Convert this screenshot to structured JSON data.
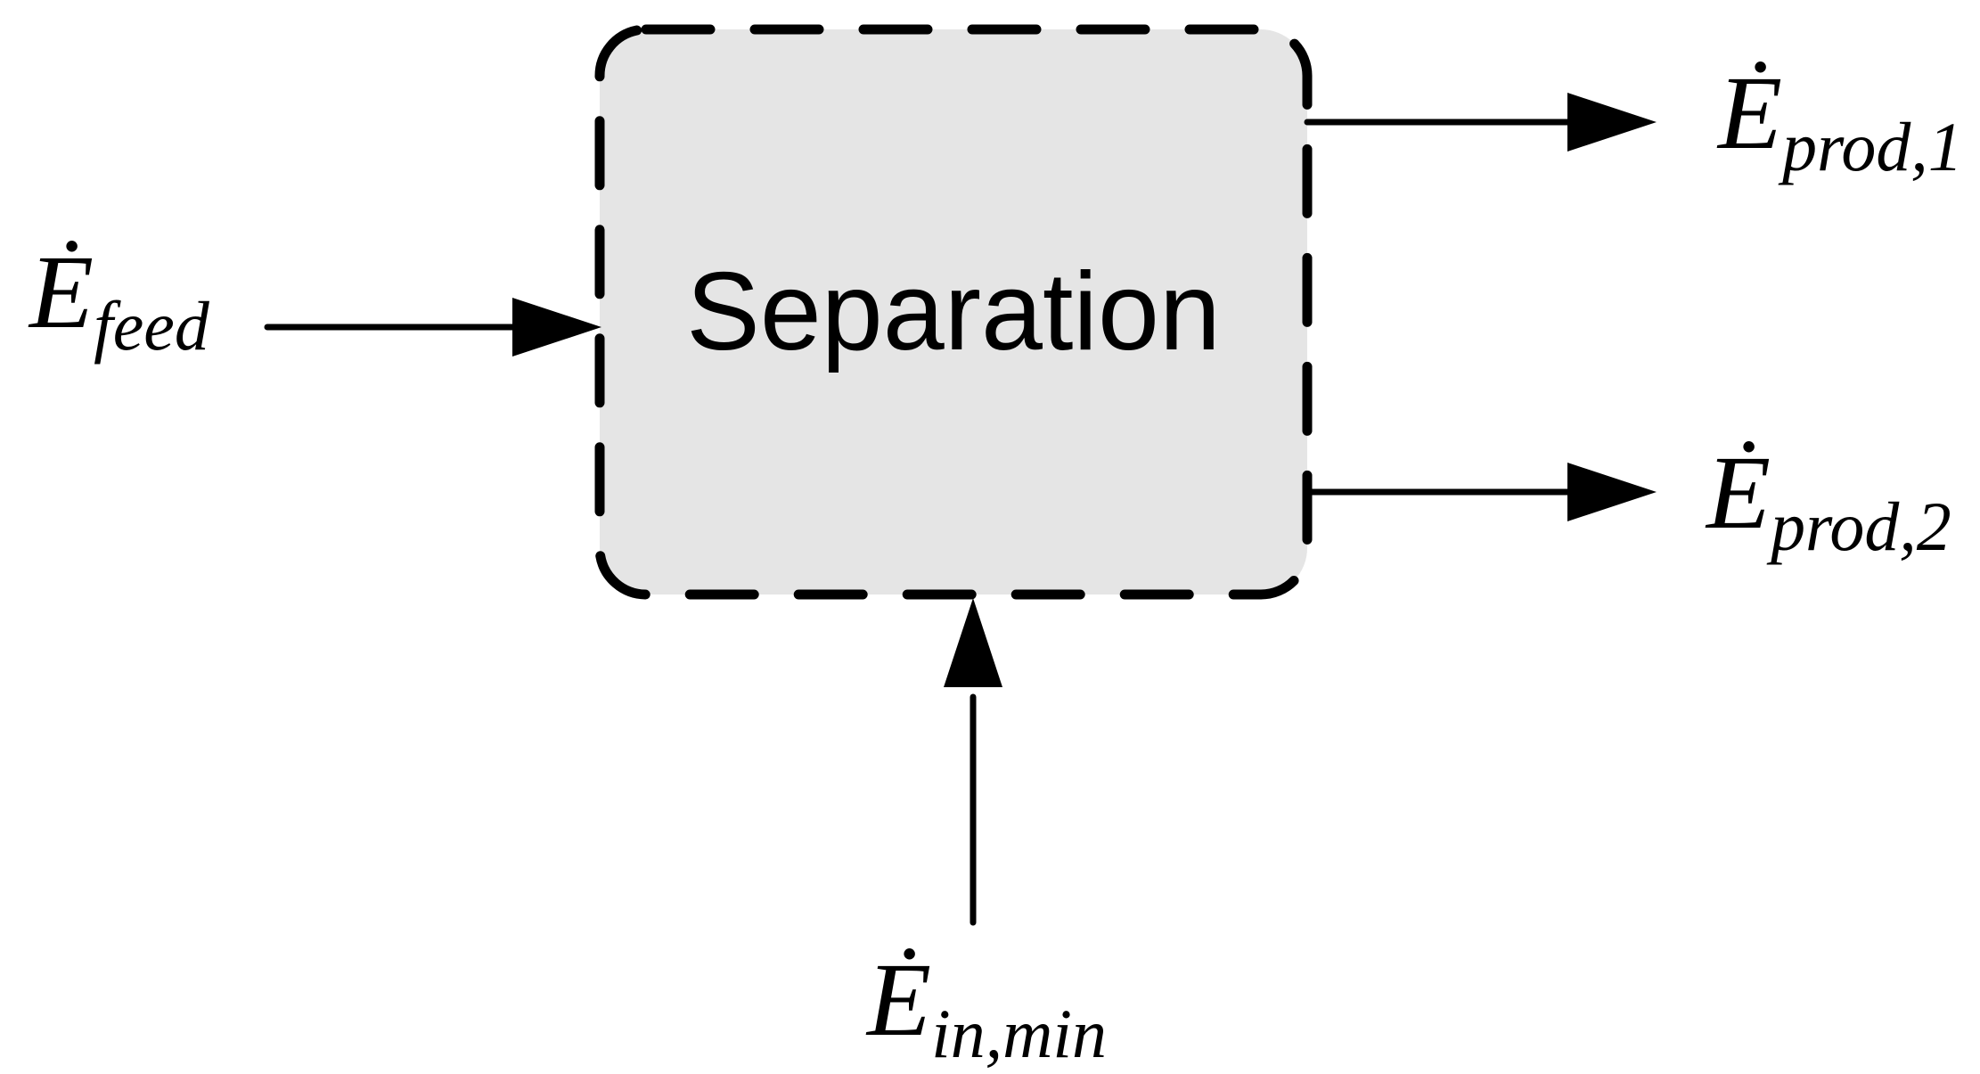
{
  "box": {
    "label": "Separation"
  },
  "streams": [
    {
      "id": "feed",
      "symbol": "Ė",
      "subscript": "feed",
      "role": "input",
      "side": "left"
    },
    {
      "id": "prod_1",
      "symbol": "Ė",
      "subscript": "prod,1",
      "role": "output",
      "side": "right-top"
    },
    {
      "id": "prod_2",
      "symbol": "Ė",
      "subscript": "prod,2",
      "role": "output",
      "side": "right-bottom"
    },
    {
      "id": "in_min",
      "symbol": "Ė",
      "subscript": "in,min",
      "role": "input",
      "side": "bottom"
    }
  ],
  "colors": {
    "background": "#ffffff",
    "box_fill": "#e5e5e5",
    "line": "#000000",
    "text": "#000000"
  }
}
